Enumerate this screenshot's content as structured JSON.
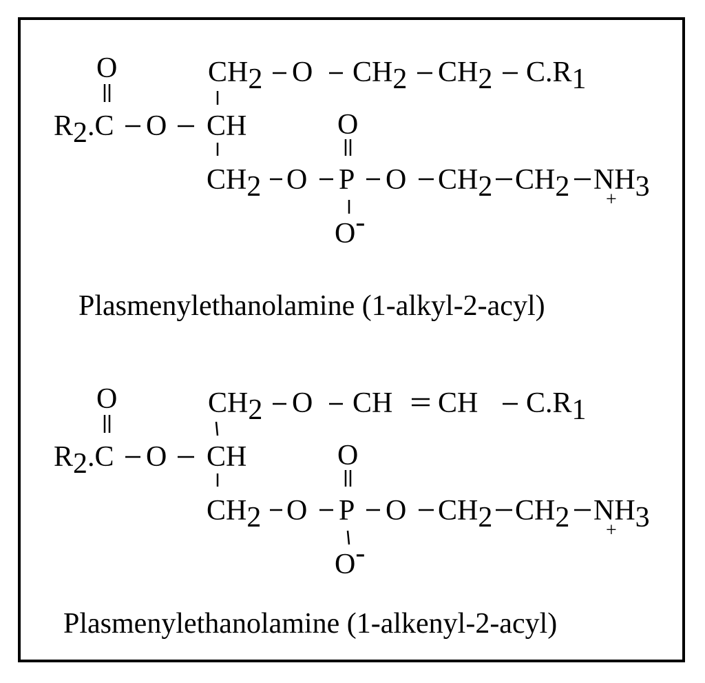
{
  "structures": [
    {
      "caption": "Plasmenylethanolamine (1-alkyl-2-acyl)",
      "atoms": {
        "o_carbonyl": "O",
        "r2": "R",
        "r2_sub": "2",
        "c_acyl": ".C",
        "o_ester": "O",
        "ch2_top": "CH",
        "ch2_top_sub": "2",
        "o_ether": "O",
        "chain_a": "CH",
        "chain_a_sub": "2",
        "chain_b": "CH",
        "chain_b_sub": "2",
        "c_r1": "C.R",
        "c_r1_sub": "1",
        "ch_mid": "CH",
        "ch2_bottom": "CH",
        "ch2_bottom_sub": "2",
        "o_glyc": "O",
        "p": "P",
        "o_phos_top": "O",
        "o_phos_bottom": "O",
        "o_phos_charge": "-",
        "o_eth": "O",
        "ea_ch2_1": "CH",
        "ea_ch2_1_sub": "2",
        "ea_ch2_2": "CH",
        "ea_ch2_2_sub": "2",
        "n": "NH",
        "n_sub": "3",
        "n_charge": "+"
      }
    },
    {
      "caption": "Plasmenylethanolamine (1-alkenyl-2-acyl)",
      "atoms": {
        "o_carbonyl": "O",
        "r2": "R",
        "r2_sub": "2",
        "c_acyl": ".C",
        "o_ester": "O",
        "ch2_top": "CH",
        "ch2_top_sub": "2",
        "o_ether": "O",
        "chain_a": "CH",
        "chain_b": "CH",
        "c_r1": "C.R",
        "c_r1_sub": "1",
        "ch_mid": "CH",
        "ch2_bottom": "CH",
        "ch2_bottom_sub": "2",
        "o_glyc": "O",
        "p": "P",
        "o_phos_top": "O",
        "o_phos_bottom": "O",
        "o_phos_charge": "-",
        "o_eth": "O",
        "ea_ch2_1": "CH",
        "ea_ch2_1_sub": "2",
        "ea_ch2_2": "CH",
        "ea_ch2_2_sub": "2",
        "n": "NH",
        "n_sub": "3",
        "n_charge": "+"
      }
    }
  ]
}
